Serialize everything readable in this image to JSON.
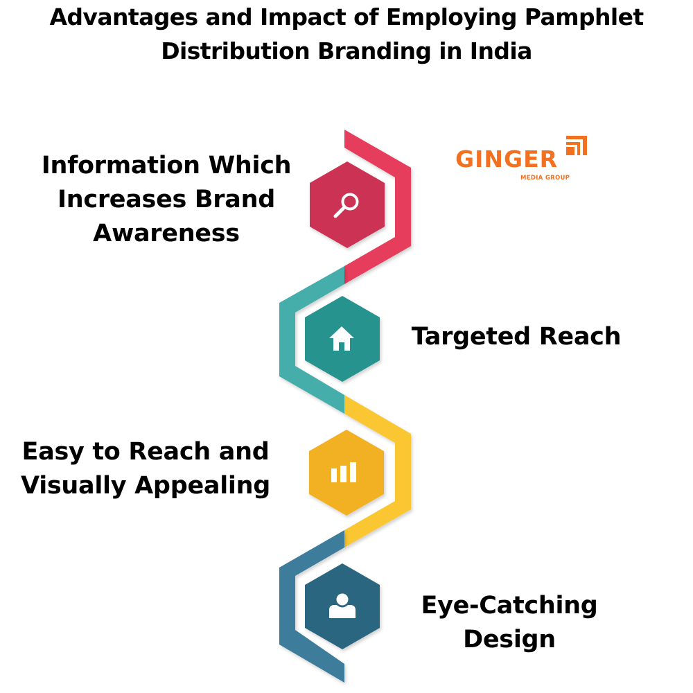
{
  "title": {
    "lines": [
      "Advantages and Impact of Employing Pamphlet",
      "Distribution Branding in India"
    ]
  },
  "logo": {
    "name": "GINGER",
    "subtitle": "MEDIA GROUP",
    "color": "#f37021"
  },
  "steps": [
    {
      "lines": [
        "Information Which",
        "Increases Brand",
        "Awareness"
      ],
      "icon": "search-icon",
      "hex_color": "#cc3152",
      "band_color": "#e63c5c",
      "side": "left"
    },
    {
      "lines": [
        "Targeted Reach"
      ],
      "icon": "home-icon",
      "hex_color": "#27938e",
      "band_color": "#45aeab",
      "side": "right"
    },
    {
      "lines": [
        "Easy to Reach and",
        "Visually Appealing"
      ],
      "icon": "bar-chart-icon",
      "hex_color": "#f1b124",
      "band_color": "#fac632",
      "side": "left"
    },
    {
      "lines": [
        "Eye-Catching",
        "Design"
      ],
      "icon": "user-icon",
      "hex_color": "#2c6680",
      "band_color": "#3c7b9a",
      "side": "right"
    }
  ]
}
